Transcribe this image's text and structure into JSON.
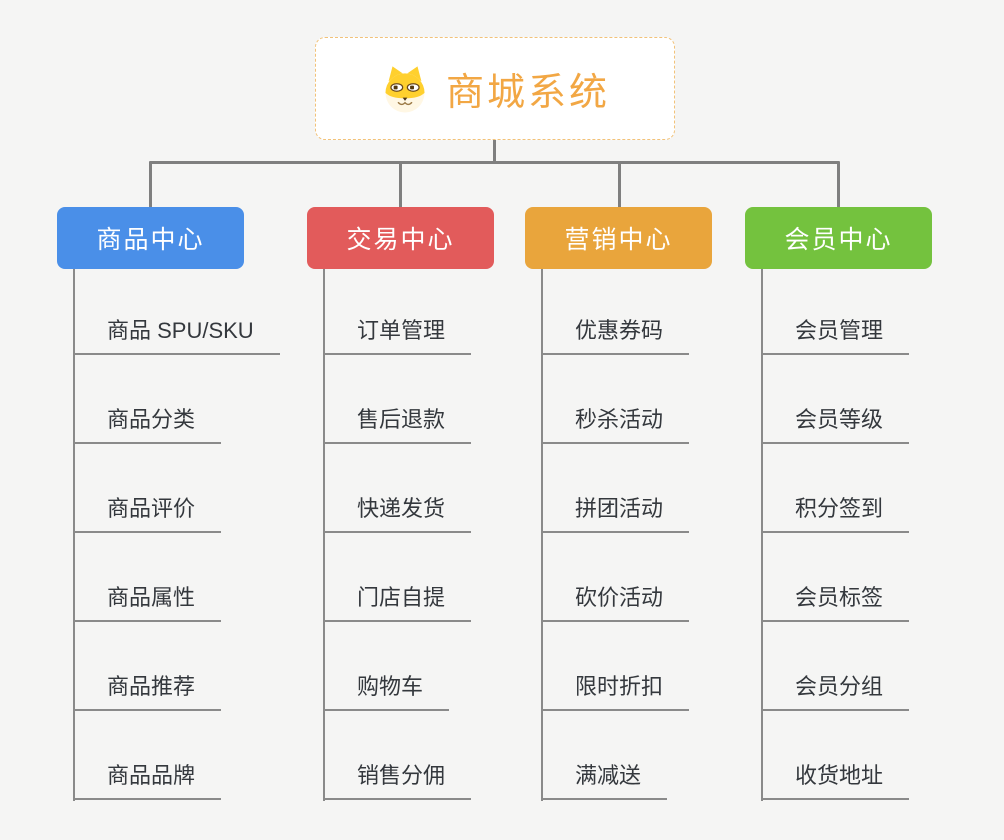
{
  "root": {
    "title": "商城系统",
    "icon": "dog-face-icon",
    "title_color": "#f2a744",
    "border_color": "#f2c279"
  },
  "style": {
    "connector_color": "#7f7f7f",
    "leaf_line_color": "#8a8a8a",
    "background": "#f5f5f4"
  },
  "branches": [
    {
      "label": "商品中心",
      "color": "#4a8fe8",
      "items": [
        "商品 SPU/SKU",
        "商品分类",
        "商品评价",
        "商品属性",
        "商品推荐",
        "商品品牌"
      ]
    },
    {
      "label": "交易中心",
      "color": "#e25b5b",
      "items": [
        "订单管理",
        "售后退款",
        "快递发货",
        "门店自提",
        "购物车",
        "销售分佣"
      ]
    },
    {
      "label": "营销中心",
      "color": "#e9a53c",
      "items": [
        "优惠券码",
        "秒杀活动",
        "拼团活动",
        "砍价活动",
        "限时折扣",
        "满减送"
      ]
    },
    {
      "label": "会员中心",
      "color": "#74c23e",
      "items": [
        "会员管理",
        "会员等级",
        "积分签到",
        "会员标签",
        "会员分组",
        "收货地址"
      ]
    }
  ]
}
